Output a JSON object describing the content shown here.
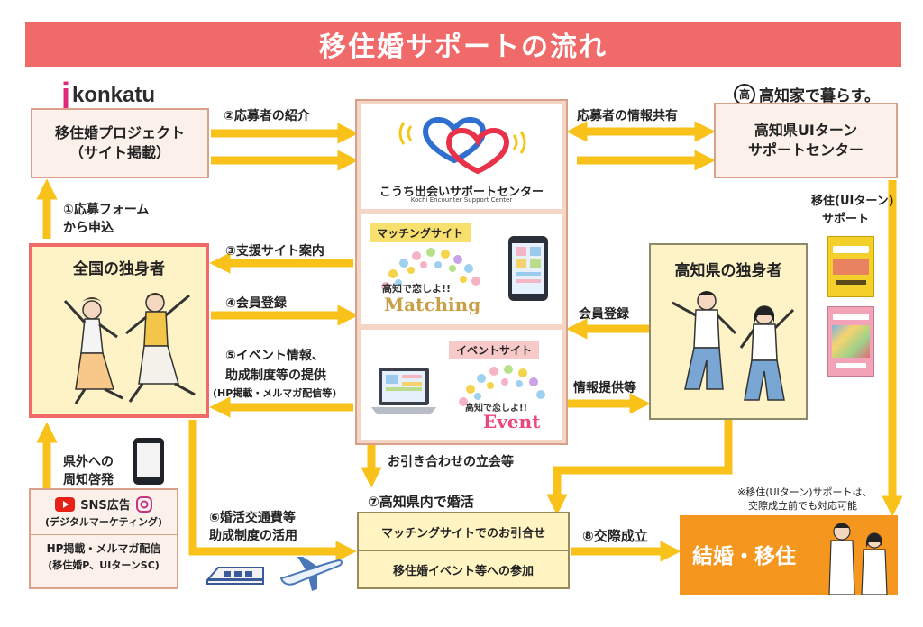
{
  "title": "移住婚サポートの流れ",
  "konkatu": {
    "logo": "konkatu",
    "logo_j": "j",
    "name_line1": "移住婚プロジェクト",
    "name_line2": "（サイト掲載）"
  },
  "kochi_ui": {
    "logo": "高知家で暮らす。",
    "name_line1": "高知県UIターン",
    "name_line2": "サポートセンター"
  },
  "center": {
    "name": "こうち出会いサポートセンター",
    "name_en": "Kochi Encounter Support Center",
    "matching_header": "マッチングサイト",
    "matching_logo_small": "高知で恋しよ!!",
    "matching_logo": "Matching",
    "event_header": "イベントサイト",
    "event_logo_small": "高知で恋しよ!!",
    "event_logo": "Event"
  },
  "national_singles": "全国の独身者",
  "kochi_singles": "高知県の独身者",
  "steps": {
    "s1_line1": "①応募フォーム",
    "s1_line2": "から申込",
    "s2": "②応募者の紹介",
    "share": "応募者の情報共有",
    "ui_support_line1": "移住(UIターン)",
    "ui_support_line2": "サポート",
    "s3": "③支援サイト案内",
    "s4": "④会員登録",
    "s5_line1": "⑤イベント情報、",
    "s5_line2": "助成制度等の提供",
    "s5_line3": "(HP掲載・メルマガ配信等)",
    "member_reg": "会員登録",
    "info_provide": "情報提供等",
    "matchmaking": "お引き合わせの立会等",
    "s6_line1": "⑥婚活交通費等",
    "s6_line2": "助成制度の活用",
    "s7": "⑦高知県内で婚活",
    "s8": "⑧交際成立",
    "out_pref_line1": "県外への",
    "out_pref_line2": "周知啓発",
    "note_line1": "※移住(UIターン)サポートは、",
    "note_line2": "交際成立前でも対応可能"
  },
  "marketing": {
    "sns_label": "SNS広告",
    "digital": "(デジタルマーケティング)",
    "hp_line1": "HP掲載・メルマガ配信",
    "hp_line2": "(移住婚P、UIターンSC)"
  },
  "konkatsu_box": {
    "item1": "マッチングサイトでのお引合せ",
    "item2": "移住婚イベント等への参加"
  },
  "result": "結婚・移住",
  "colors": {
    "title": "#f06a6a",
    "arrow": "#f9c21a",
    "result": "#f5961e",
    "box_border": "#d9a08a",
    "singles_border": "#f06a6a"
  }
}
